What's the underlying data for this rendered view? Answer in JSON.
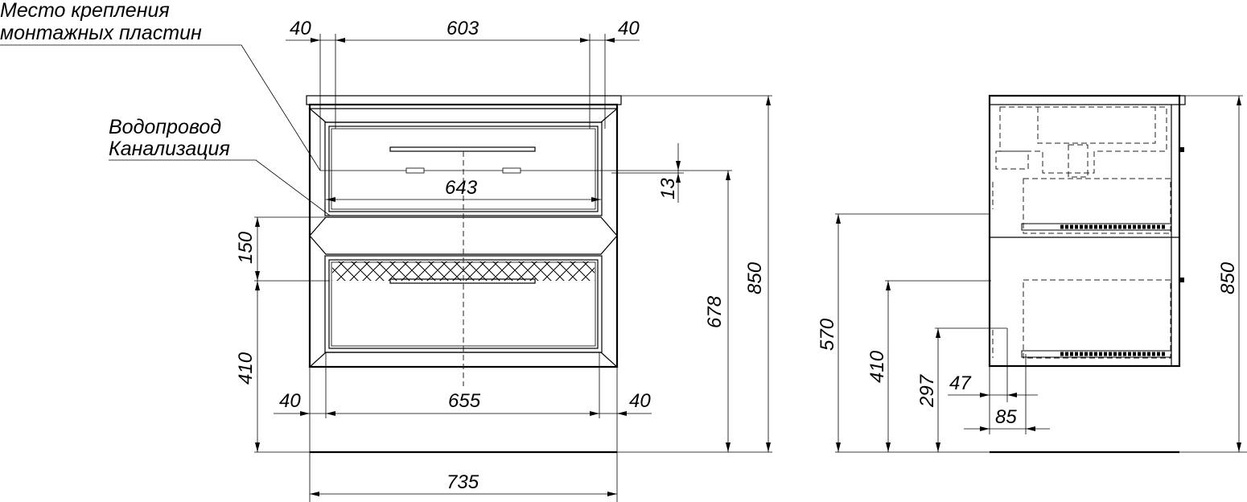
{
  "callouts": {
    "mounting_line1": "Место крепления",
    "mounting_line2": "монтажных пластин",
    "plumbing_line1": "Водопровод",
    "plumbing_line2": "Канализация"
  },
  "front_view": {
    "top_left_offset": "40",
    "top_width": "603",
    "top_right_offset": "40",
    "mounting_height": "13",
    "pipe_span": "643",
    "pipe_zone_height": "150",
    "lower_height": "410",
    "bottom_left_offset": "40",
    "bottom_width": "655",
    "bottom_right_offset": "40",
    "overall_width": "735",
    "mounting_level": "678",
    "overall_height": "850"
  },
  "side_view": {
    "upper_level": "570",
    "lower_level": "410",
    "lower_mid_level": "297",
    "offset_small": "47",
    "offset_large": "85",
    "overall_height": "850"
  }
}
